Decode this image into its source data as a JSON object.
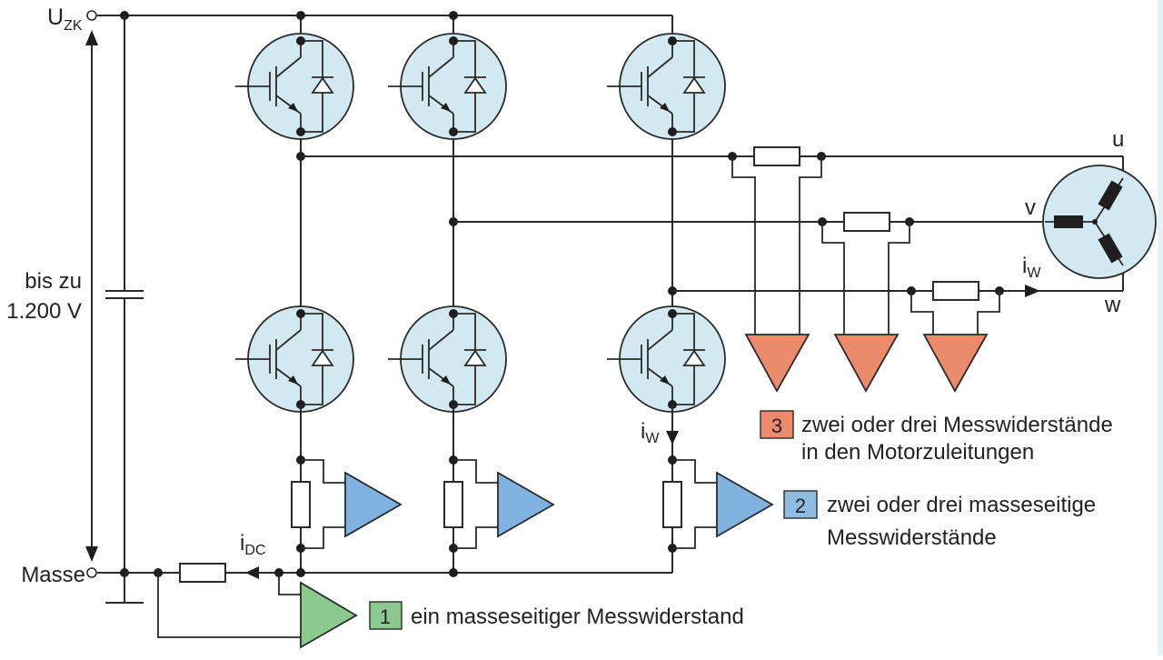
{
  "diagram": {
    "title": "",
    "colors": {
      "igbt_fill": "#d3e9f1",
      "motor_fill": "#d3e9f1",
      "wire": "#2a2a2a",
      "amp_motor_lead": "#ec8a6c",
      "amp_low_side": "#7fb2de",
      "amp_single": "#8cc98f",
      "badge_3": "#ec8a6c",
      "badge_2": "#8fbce3",
      "badge_1": "#8cc98f"
    },
    "labels": {
      "uzk_main": "U",
      "uzk_sub": "ZK",
      "voltage_line1": "bis zu",
      "voltage_line2": "1.200 V",
      "masse": "Masse",
      "idc_main": "i",
      "idc_sub": "DC",
      "iw_main": "i",
      "iw_sub": "W",
      "iw2_main": "i",
      "iw2_sub": "W",
      "phase_u": "u",
      "phase_v": "v",
      "phase_w": "w"
    },
    "legend": [
      {
        "number": "3",
        "line1": "zwei oder drei Messwiderstände",
        "line2": "in den Motorzuleitungen"
      },
      {
        "number": "2",
        "line1": "zwei oder drei masseseitige",
        "line2": "Messwiderstände"
      },
      {
        "number": "1",
        "line1": "ein masseseitiger Messwiderstand",
        "line2": ""
      }
    ],
    "components": {
      "igbts": [
        "high-u",
        "high-v",
        "high-w",
        "low-u",
        "low-v",
        "low-w"
      ],
      "motor": "three-phase star-connected motor",
      "amplifiers": [
        "motor-lead-u",
        "motor-lead-v",
        "motor-lead-w",
        "low-side-u",
        "low-side-v",
        "low-side-w",
        "single-shunt"
      ]
    }
  }
}
